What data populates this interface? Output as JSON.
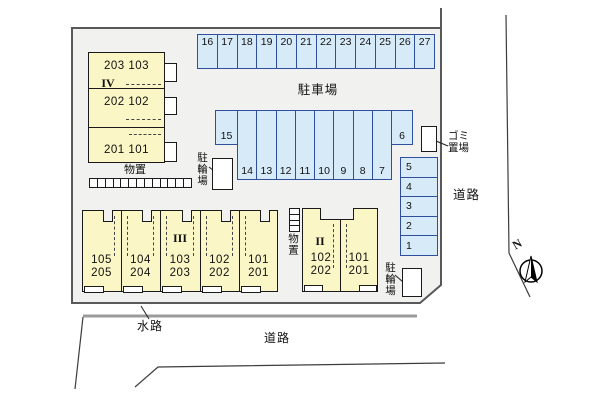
{
  "colors": {
    "site_fill": "#f1f1ef",
    "site_border": "#58595b",
    "parking_fill": "#d7eaf8",
    "parking_border": "#2f4f9e",
    "building_fill": "#fbf6c5",
    "building_border": "#1a1a1a",
    "waterway_line": "#9b9b9b"
  },
  "labels": {
    "parking_lot": "駐車場",
    "garbage_line1": "ゴミ",
    "garbage_line2": "置場",
    "road_right": "道路",
    "road_bottom": "道路",
    "waterway": "水路",
    "storage": "物置",
    "bike_parking": "駐輪場",
    "compass_north": "N"
  },
  "parking": {
    "top_row": [
      "16",
      "17",
      "18",
      "19",
      "20",
      "21",
      "22",
      "23",
      "24",
      "25",
      "26",
      "27"
    ],
    "middle_left": "15",
    "middle_row": [
      "14",
      "13",
      "12",
      "11",
      "10",
      "9",
      "8",
      "7"
    ],
    "middle_right": "6",
    "side_column": [
      "5",
      "4",
      "3",
      "2",
      "1"
    ]
  },
  "buildings": {
    "iv": {
      "numeral": "IV",
      "rows": [
        "203 103",
        "202 102",
        "201 101"
      ]
    },
    "iii": {
      "numeral": "III",
      "units": [
        {
          "upper": "105",
          "lower": "205"
        },
        {
          "upper": "104",
          "lower": "204"
        },
        {
          "upper": "103",
          "lower": "203"
        },
        {
          "upper": "102",
          "lower": "202"
        },
        {
          "upper": "101",
          "lower": "201"
        }
      ]
    },
    "ii": {
      "numeral": "II",
      "units": [
        {
          "upper": "102",
          "lower": "202"
        },
        {
          "upper": "101",
          "lower": "201"
        }
      ]
    }
  }
}
